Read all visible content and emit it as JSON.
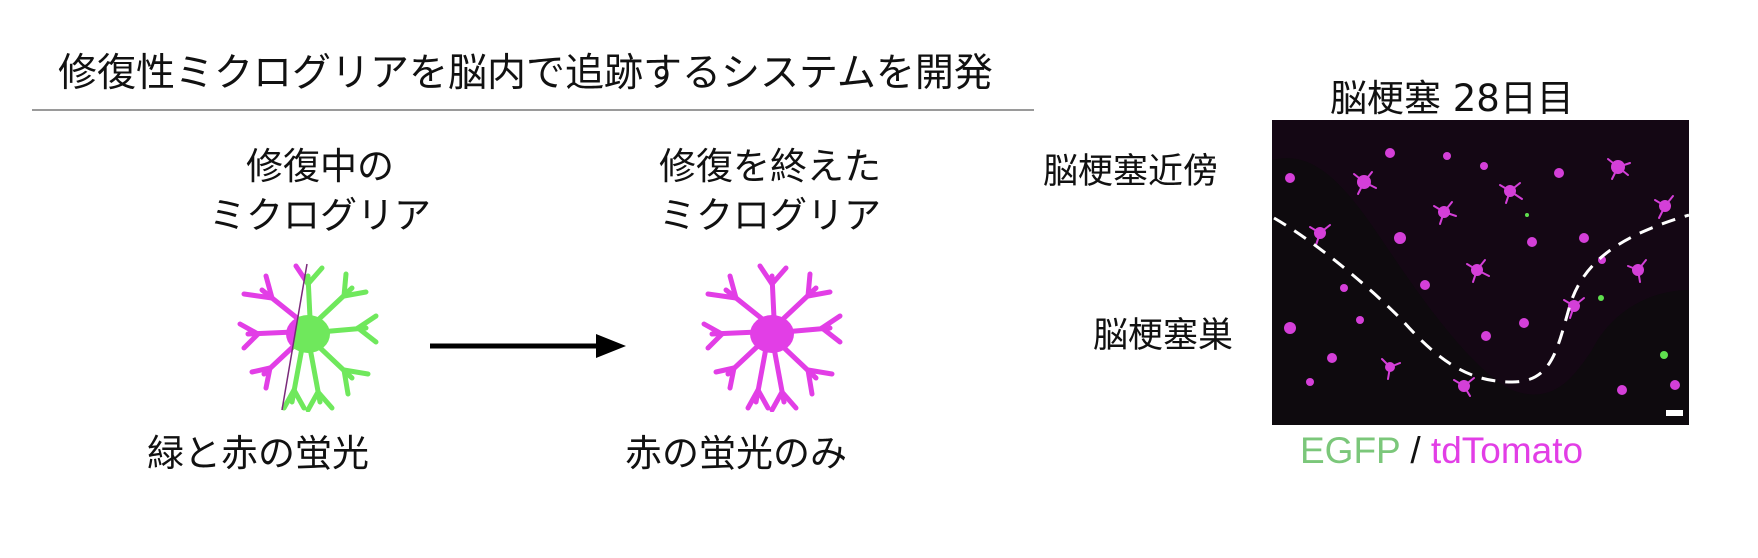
{
  "heading": "修復性ミクログリアを脳内で追跡するシステムを開発",
  "left_panel": {
    "before": {
      "line1": "修復中の",
      "line2": "ミクログリア",
      "fluorescence": "緑と赤の蛍光"
    },
    "after": {
      "line1": "修復を終えた",
      "line2": "ミクログリア",
      "fluorescence": "赤の蛍光のみ"
    }
  },
  "right_panel": {
    "title": "脳梗塞 28日目",
    "label_near": "脳梗塞近傍",
    "label_core": "脳梗塞巣",
    "legend": {
      "egfp": "EGFP",
      "separator": " / ",
      "tdtomato": "tdTomato"
    }
  },
  "colors": {
    "magenta": "#e23ee6",
    "green": "#6fe85c",
    "egfp_text": "#7bc77a",
    "tdtomato_text": "#e23ee6"
  }
}
